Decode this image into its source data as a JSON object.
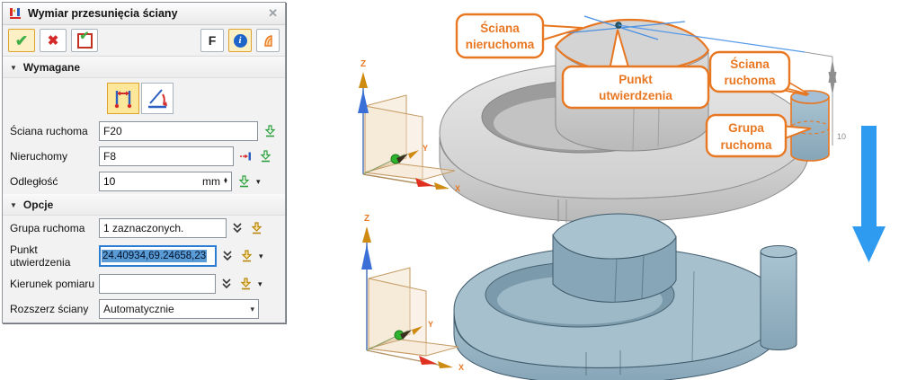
{
  "dialog": {
    "title": "Wymiar przesunięcia ściany",
    "toolbar": {
      "f_label": "F"
    },
    "sections": {
      "wymagane": "Wymagane",
      "opcje": "Opcje"
    },
    "fields": {
      "sciana_ruchoma": {
        "label": "Ściana ruchoma",
        "value": "F20"
      },
      "nieruchomy": {
        "label": "Nieruchomy",
        "value": "F8"
      },
      "odleglosc": {
        "label": "Odległość",
        "value": "10",
        "unit": "mm"
      },
      "grupa_ruchoma": {
        "label": "Grupa ruchoma",
        "value": "1 zaznaczonych."
      },
      "punkt_utwierdzenia": {
        "label": "Punkt utwierdzenia",
        "value": "24.40934,69.24658,23"
      },
      "kierunek_pomiaru": {
        "label": "Kierunek pomiaru",
        "value": ""
      },
      "rozszerz_sciany": {
        "label": "Rozszerz ściany",
        "value": "Automatycznie"
      }
    },
    "glyphs": {
      "close": "✕",
      "ok": "✔",
      "cancel": "✖",
      "apply_check": "✔",
      "info_i": "i",
      "section_tri": "▼",
      "spin_up": "▲",
      "spin_down": "▼",
      "dropdown": "▾"
    }
  },
  "scene": {
    "callouts": {
      "sciana_nieruchoma": {
        "l1": "Ściana",
        "l2": "nieruchoma"
      },
      "punkt_utwierdzenia": {
        "l1": "Punkt",
        "l2": "utwierdzenia"
      },
      "sciana_ruchoma": {
        "l1": "Ściana",
        "l2": "ruchoma"
      },
      "grupa_ruchoma": {
        "l1": "Grupa",
        "l2": "ruchoma"
      }
    },
    "dimension": {
      "value": "10"
    },
    "axes": {
      "x": "X",
      "y": "Y",
      "z": "Z"
    }
  },
  "colors": {
    "accent_orange": "#e87722",
    "selection_blue": "#5b9bd5",
    "highlight_yellow": "#fcf0c4",
    "model_gray": "#cfcfcf",
    "model_blue": "#94b3c4",
    "arrow_blue": "#2f9bf0"
  }
}
